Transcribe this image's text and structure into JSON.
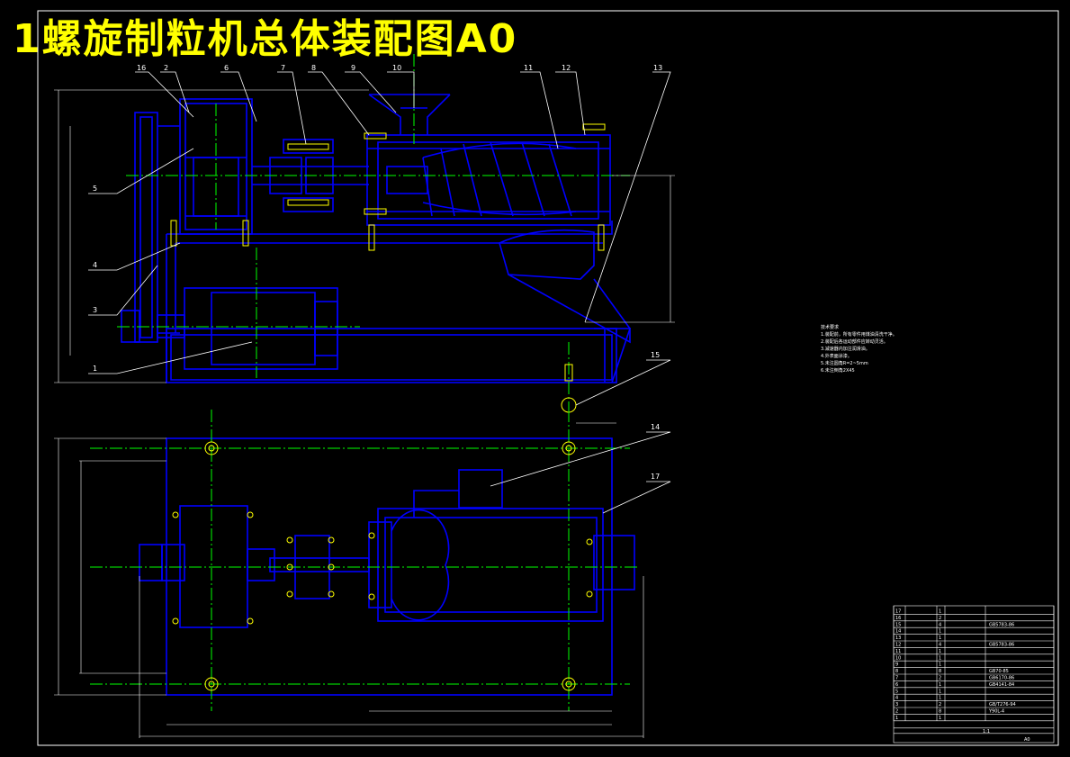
{
  "title": "1螺旋制粒机总体装配图A0",
  "balloons": [
    "1",
    "2",
    "3",
    "4",
    "5",
    "6",
    "7",
    "8",
    "9",
    "10",
    "11",
    "12",
    "13",
    "14",
    "15",
    "16",
    "17"
  ],
  "notes": [
    "技术要求",
    "1.装配前，所有零件用煤油清洗干净。",
    "2.装配后各运动部件应转动灵活。",
    "3.减速器内加注润滑油。",
    "4.外表面涂漆。",
    "5.未注圆角R=2~5mm",
    "6.未注倒角2X45"
  ],
  "parts_table": {
    "rows": [
      {
        "no": "17",
        "name": "",
        "qty": "1",
        "std": ""
      },
      {
        "no": "16",
        "name": "",
        "qty": "2",
        "std": ""
      },
      {
        "no": "15",
        "name": "",
        "qty": "4",
        "std": "GB5783-86"
      },
      {
        "no": "14",
        "name": "",
        "qty": "1",
        "std": ""
      },
      {
        "no": "13",
        "name": "",
        "qty": "1",
        "std": ""
      },
      {
        "no": "12",
        "name": "",
        "qty": "4",
        "std": "GB5783-86"
      },
      {
        "no": "11",
        "name": "",
        "qty": "1",
        "std": ""
      },
      {
        "no": "10",
        "name": "",
        "qty": "1",
        "std": ""
      },
      {
        "no": "9",
        "name": "",
        "qty": "1",
        "std": ""
      },
      {
        "no": "8",
        "name": "",
        "qty": "8",
        "std": "GB70-85"
      },
      {
        "no": "7",
        "name": "",
        "qty": "2",
        "std": "GB6170-86"
      },
      {
        "no": "6",
        "name": "",
        "qty": "1",
        "std": "GB4141-84"
      },
      {
        "no": "5",
        "name": "",
        "qty": "1",
        "std": ""
      },
      {
        "no": "4",
        "name": "",
        "qty": "1",
        "std": ""
      },
      {
        "no": "3",
        "name": "",
        "qty": "2",
        "std": "GB/T276-94"
      },
      {
        "no": "2",
        "name": "",
        "qty": "8",
        "std": "Y90L-4"
      },
      {
        "no": "1",
        "name": "",
        "qty": "1",
        "std": ""
      }
    ]
  },
  "title_block": {
    "scale": "1:1",
    "sheet": "A0"
  },
  "colors": {
    "line": "#0000ff",
    "center": "#00ff00",
    "leader": "#ffffff",
    "accent": "#ffff00",
    "dim": "#ffffff"
  }
}
